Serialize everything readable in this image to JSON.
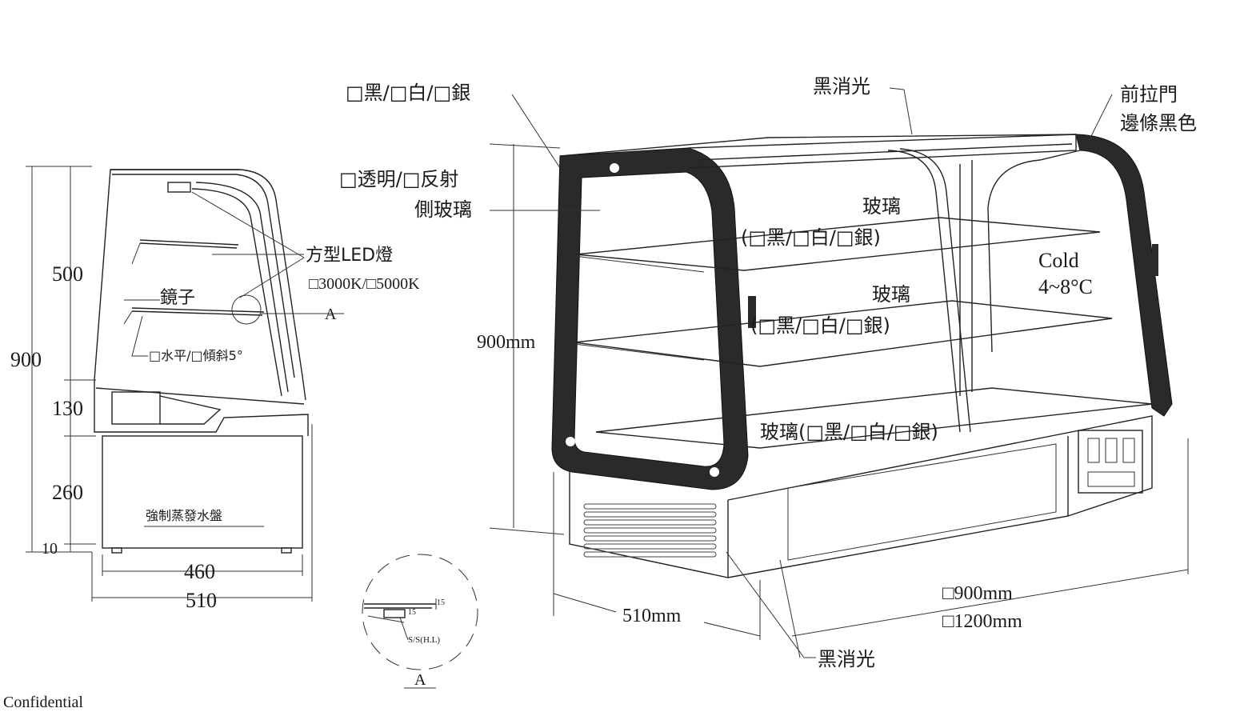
{
  "side_view": {
    "dims": [
      "500",
      "900",
      "130",
      "260",
      "10",
      "460",
      "510"
    ],
    "labels": {
      "led": "方型LED燈",
      "led_opts": "□3000K/□5000K",
      "mirror": "鏡子",
      "shelf_angle": "□水平/□傾斜5°",
      "section_marker": "A",
      "drip_tray": "強制蒸發水盤"
    }
  },
  "detail": {
    "dim_a": "15",
    "dim_b": "15",
    "material": "S/S(H.L)",
    "title": "A"
  },
  "iso_view": {
    "frame_colors": "□黑/□白/□銀",
    "top_finish": "黑消光",
    "door_trim_1": "前拉門",
    "door_trim_2": "邊條黑色",
    "side_glass_1": "□透明/□反射",
    "side_glass_2": "側玻璃",
    "shelf_glass_label": "玻璃",
    "shelf_frame_opts": "(□黑/□白/□銀)",
    "bottom_shelf": "玻璃(□黑/□白/□銀)",
    "temp_1": "Cold",
    "temp_2": "4~8°C",
    "height": "900mm",
    "depth": "510mm",
    "width_opt_1": "□900mm",
    "width_opt_2": "□1200mm",
    "base_finish": "黑消光"
  },
  "footer": "Confidential"
}
